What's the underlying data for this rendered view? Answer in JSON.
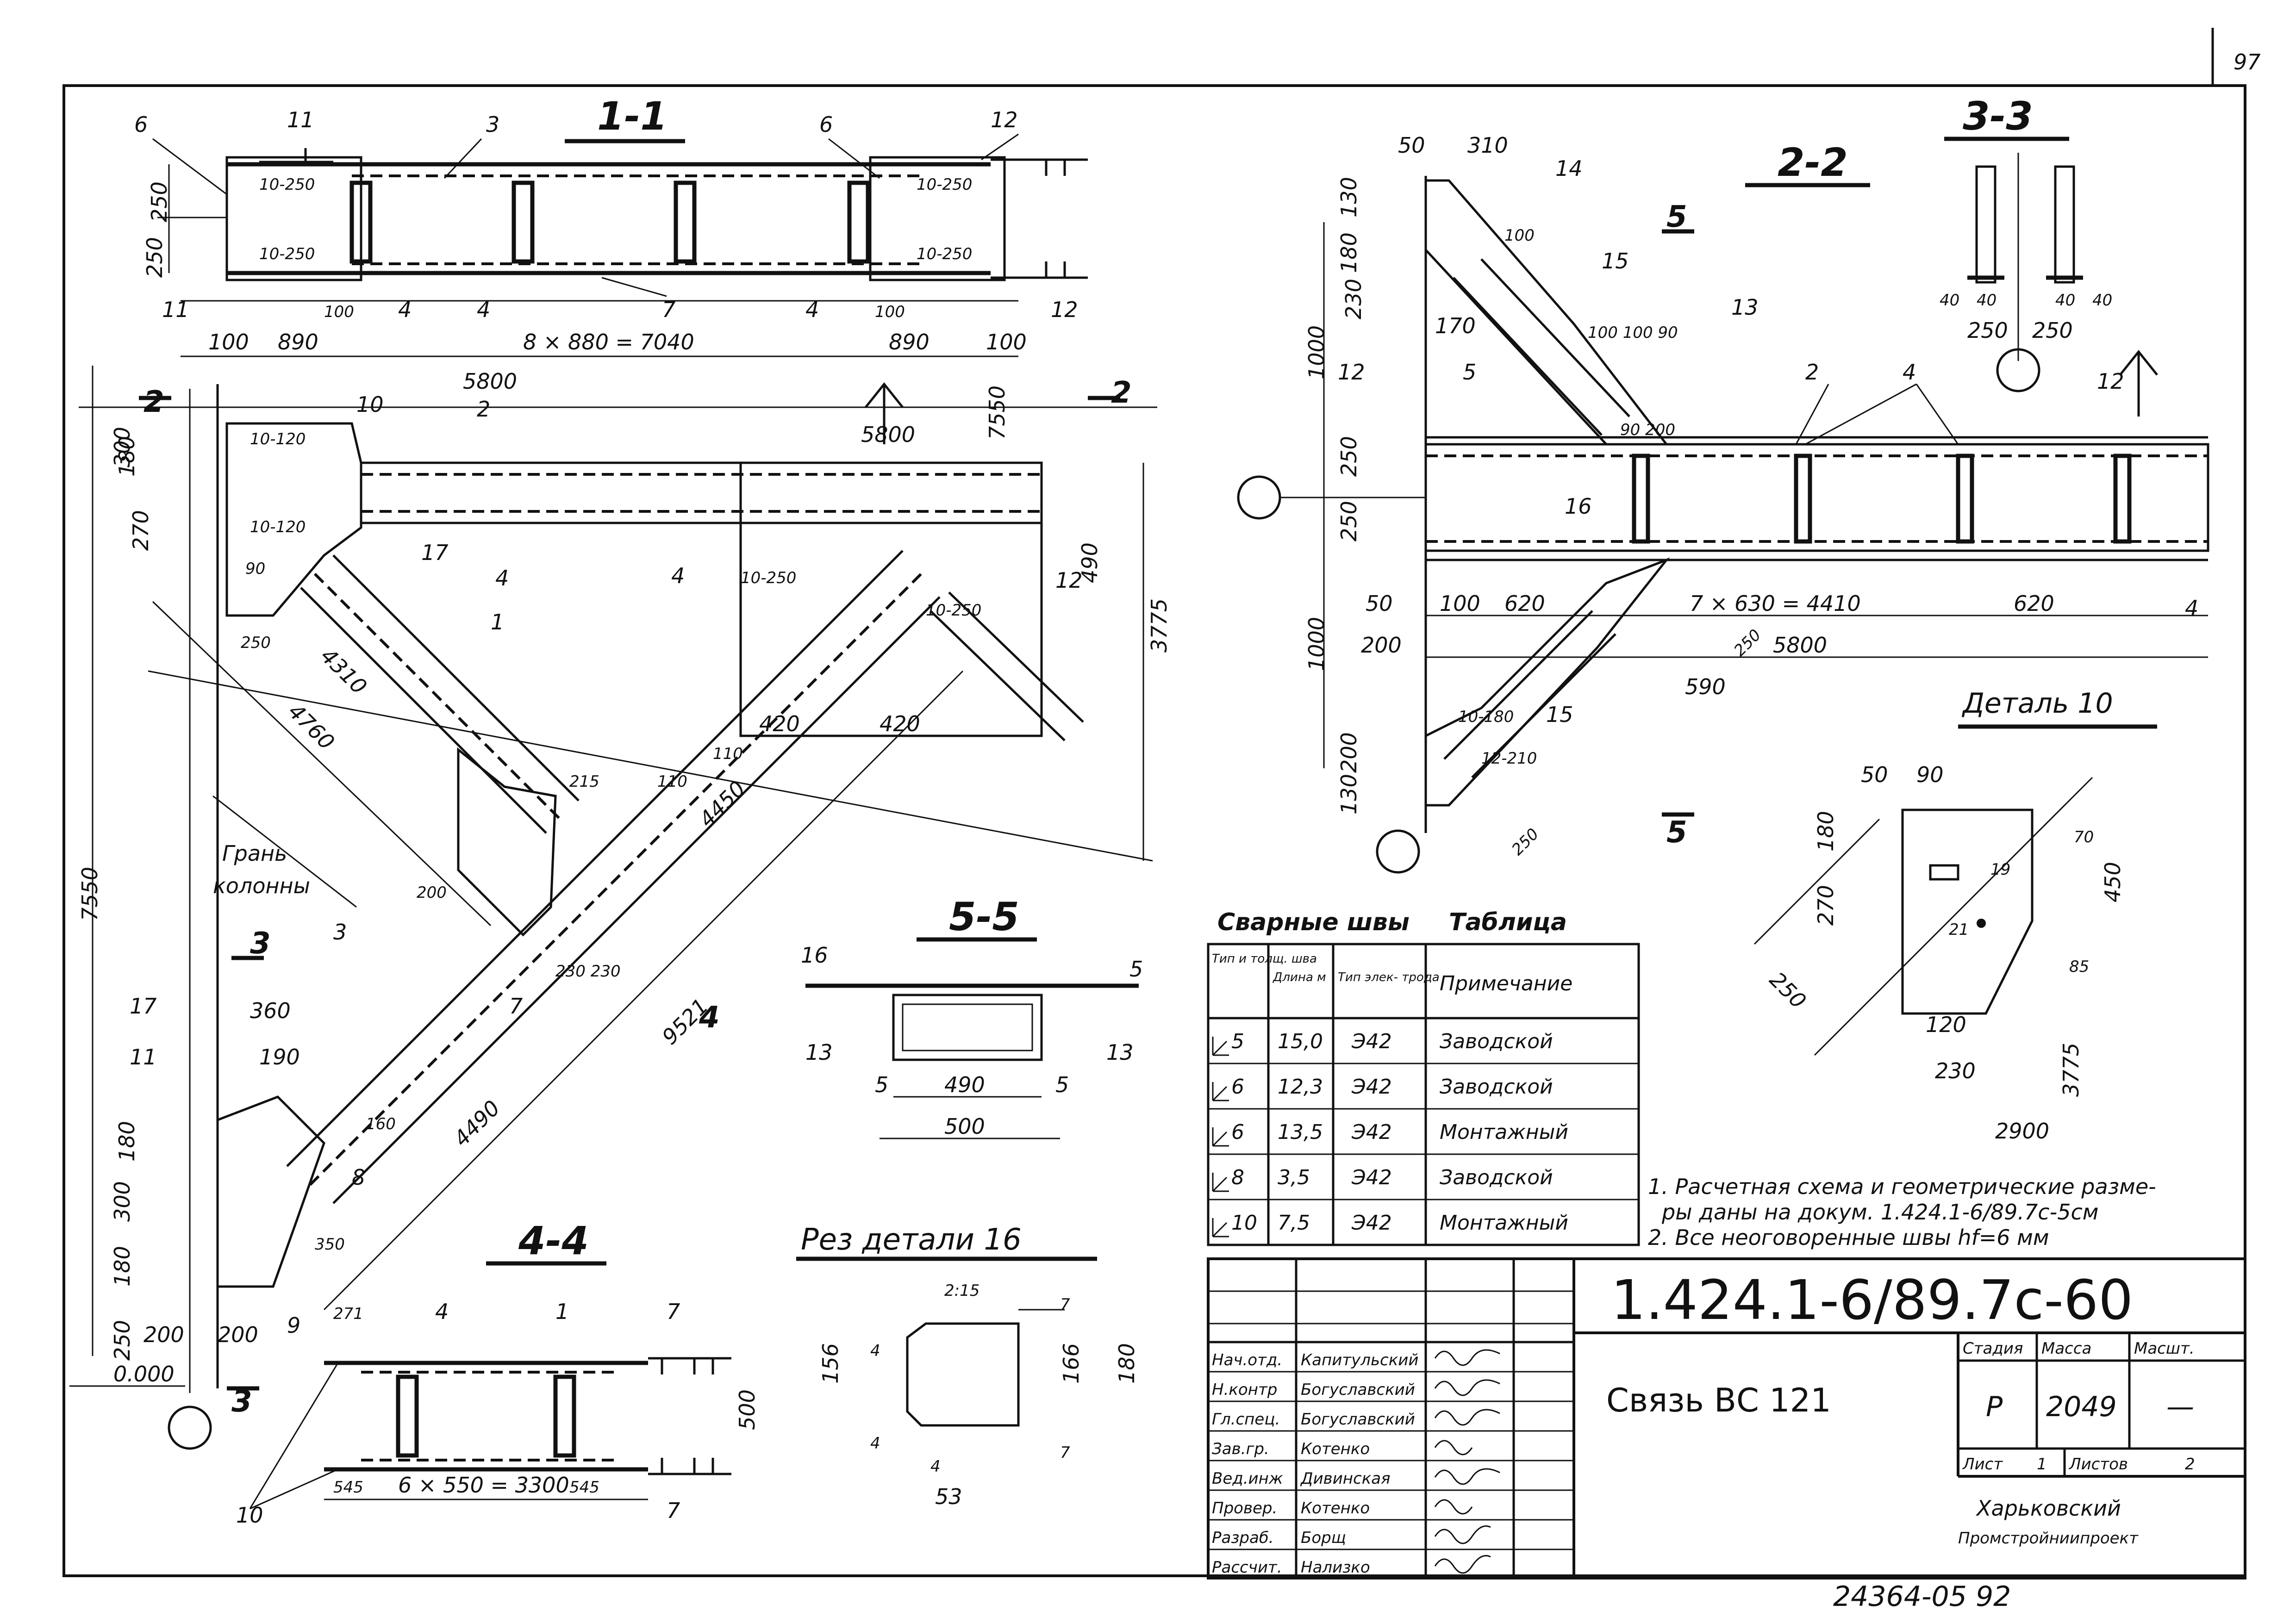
{
  "sheet_number_top": "97",
  "archive_number": "24364-05  92",
  "drawing_code": "1.424.1-6/89.7с-60",
  "title": "Связь ВС 121",
  "stamp": {
    "stage_label": "Стадия",
    "stage": "Р",
    "mass_label": "Масса",
    "mass": "2049",
    "scale_label": "Масшт.",
    "scale": "—",
    "sheet_label": "Лист",
    "sheet": "1",
    "sheets_label": "Листов",
    "sheets": "2",
    "org_line1": "Харьковский",
    "org_line2": "Промстройниипроект"
  },
  "signatures": [
    {
      "role": "Нач.отд.",
      "name": "Капитульский"
    },
    {
      "role": "Н.контр",
      "name": "Богуславский"
    },
    {
      "role": "Гл.спец.",
      "name": "Богуславский"
    },
    {
      "role": "Зав.гр.",
      "name": "Котенко"
    },
    {
      "role": "Вед.инж",
      "name": "Дивинская"
    },
    {
      "role": "Провер.",
      "name": "Котенко"
    },
    {
      "role": "Разраб.",
      "name": "Борщ"
    },
    {
      "role": "Рассчит.",
      "name": "Нализко"
    }
  ],
  "weld_table": {
    "title_left": "Сварные швы",
    "title_right": "Таблица",
    "headers": [
      "Тип и толщ. шва",
      "Длина м",
      "Тип элек- трода",
      "Примечание"
    ],
    "rows": [
      {
        "type": "5",
        "length": "15,0",
        "electrode": "Э42",
        "note": "Заводской"
      },
      {
        "type": "6",
        "length": "12,3",
        "electrode": "Э42",
        "note": "Заводской"
      },
      {
        "type": "6",
        "length": "13,5",
        "electrode": "Э42",
        "note": "Монтажный"
      },
      {
        "type": "8",
        "length": "3,5",
        "electrode": "Э42",
        "note": "Заводской"
      },
      {
        "type": "10",
        "length": "7,5",
        "electrode": "Э42",
        "note": "Монтажный"
      }
    ]
  },
  "notes": [
    "1. Расчетная схема и геометрические разме-",
    "ры даны на докум. 1.424.1-6/89.7с-5см",
    "2. Все неоговоренные швы hf=6 мм"
  ],
  "section_titles": {
    "s11": "1-1",
    "s22": "2-2",
    "s33": "3-3",
    "s44": "4-4",
    "s55": "5-5",
    "detail10": "Деталь 10",
    "cut16": "Рез детали 16"
  },
  "labels": {
    "column_face_1": "Грань",
    "column_face_2": "колонны",
    "elev_zero": "0.000"
  }
}
